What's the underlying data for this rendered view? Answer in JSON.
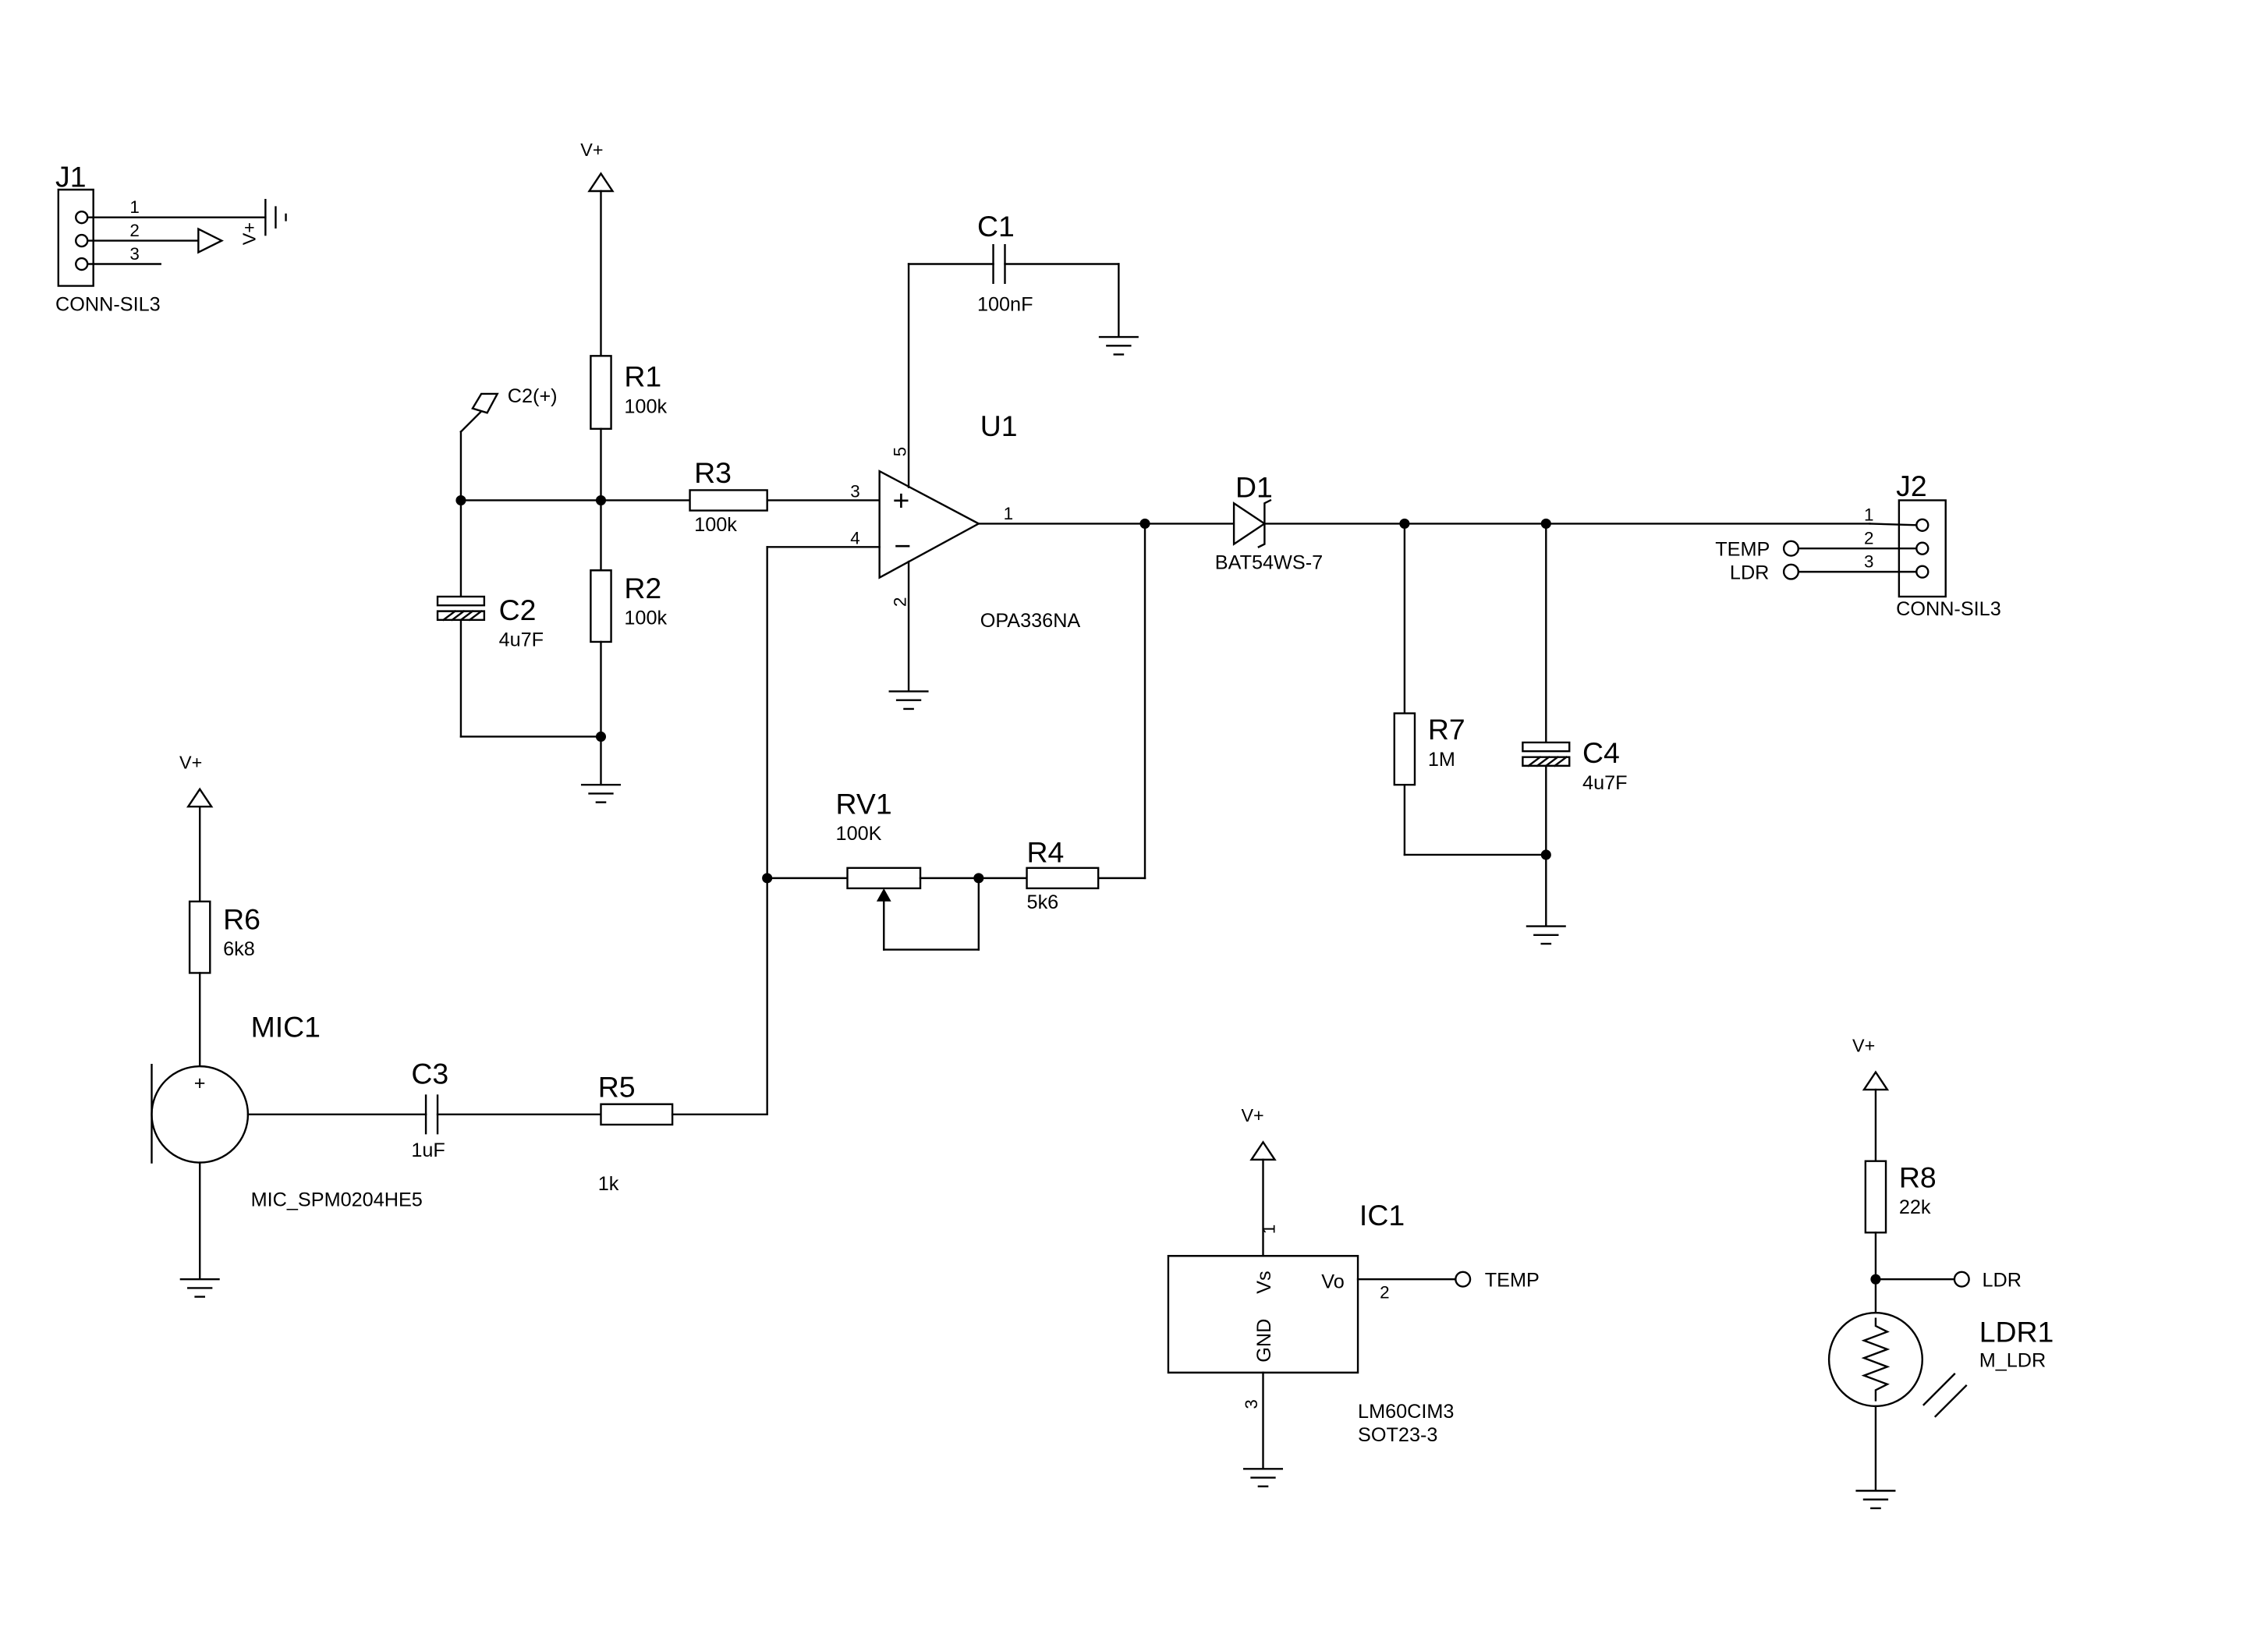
{
  "power": {
    "vplus": "V+"
  },
  "j1": {
    "ref": "J1",
    "value": "CONN-SIL3",
    "pins": [
      "1",
      "2",
      "3"
    ],
    "rail": "V+"
  },
  "j2": {
    "ref": "J2",
    "value": "CONN-SIL3",
    "pins": [
      "1",
      "2",
      "3"
    ]
  },
  "r1": {
    "ref": "R1",
    "value": "100k"
  },
  "r2": {
    "ref": "R2",
    "value": "100k"
  },
  "r3": {
    "ref": "R3",
    "value": "100k"
  },
  "r4": {
    "ref": "R4",
    "value": "5k6"
  },
  "r5": {
    "ref": "R5",
    "value": "1k"
  },
  "r6": {
    "ref": "R6",
    "value": "6k8"
  },
  "r7": {
    "ref": "R7",
    "value": "1M"
  },
  "r8": {
    "ref": "R8",
    "value": "22k"
  },
  "rv1": {
    "ref": "RV1",
    "value": "100K"
  },
  "c1": {
    "ref": "C1",
    "value": "100nF"
  },
  "c2": {
    "ref": "C2",
    "value": "4u7F",
    "probe": "C2(+)"
  },
  "c3": {
    "ref": "C3",
    "value": "1uF"
  },
  "c4": {
    "ref": "C4",
    "value": "4u7F"
  },
  "u1": {
    "ref": "U1",
    "value": "OPA336NA",
    "pins": {
      "p1": "1",
      "p2": "2",
      "p3": "3",
      "p4": "4",
      "p5": "5"
    },
    "plus": "+",
    "minus": "−"
  },
  "d1": {
    "ref": "D1",
    "value": "BAT54WS-7"
  },
  "mic1": {
    "ref": "MIC1",
    "value": "MIC_SPM0204HE5",
    "plus": "+"
  },
  "ic1": {
    "ref": "IC1",
    "value": "LM60CIM3",
    "package": "SOT23-3",
    "pin_vs": "Vs",
    "pin_vo": "Vo",
    "pin_gnd": "GND",
    "pins": {
      "p1": "1",
      "p2": "2",
      "p3": "3"
    }
  },
  "ldr1": {
    "ref": "LDR1",
    "value": "M_LDR"
  },
  "nets": {
    "temp": "TEMP",
    "ldr": "LDR"
  }
}
